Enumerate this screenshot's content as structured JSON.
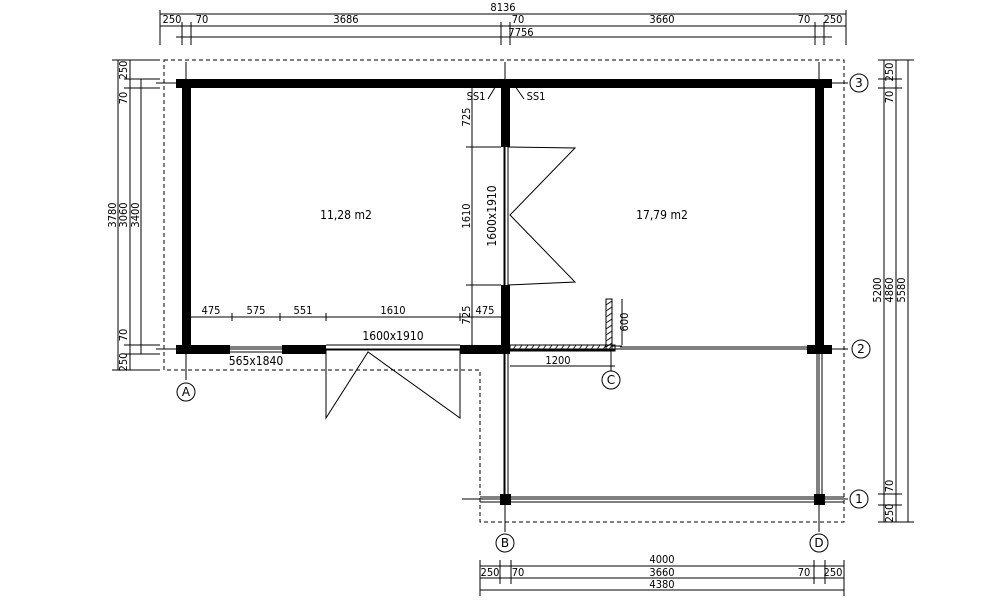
{
  "dims": {
    "top_total": "8136",
    "top_250_left": "250",
    "top_70_a": "70",
    "top_3686": "3686",
    "top_70_mid": "70",
    "top_3660": "3660",
    "top_70_b": "70",
    "top_250_right": "250",
    "top_7756": "7756",
    "left_250_top": "250",
    "left_70_top": "70",
    "left_3780": "3780",
    "left_3060": "3060",
    "left_3400": "3400",
    "left_70_bot": "70",
    "left_250_bot": "250",
    "right_250_top": "250",
    "right_70_top": "70",
    "right_5200": "5200",
    "right_4860": "4860",
    "right_5580": "5580",
    "right_70_bot": "70",
    "right_250_bot": "250",
    "inner_725_a": "725",
    "inner_1610_v": "1610",
    "inner_725_b": "725",
    "inner_475_a": "475",
    "inner_575": "575",
    "inner_551": "551",
    "inner_1610_h": "1610",
    "inner_475_b": "475",
    "inner_1200": "1200",
    "inner_600": "600",
    "bot_4000": "4000",
    "bot_250_left": "250",
    "bot_70_a": "70",
    "bot_3660": "3660",
    "bot_70_b": "70",
    "bot_250_right": "250",
    "bot_4380": "4380"
  },
  "rooms": {
    "left_area": "11,28 m2",
    "right_area": "17,79 m2"
  },
  "openings": {
    "door_bottom": "1600x1910",
    "door_middle": "1600x1910",
    "window_bottom": "565x1840",
    "ss1_left": "SS1",
    "ss1_right": "SS1"
  },
  "axes": {
    "a": "A",
    "b": "B",
    "c": "C",
    "d": "D",
    "one": "1",
    "two": "2",
    "three": "3"
  }
}
